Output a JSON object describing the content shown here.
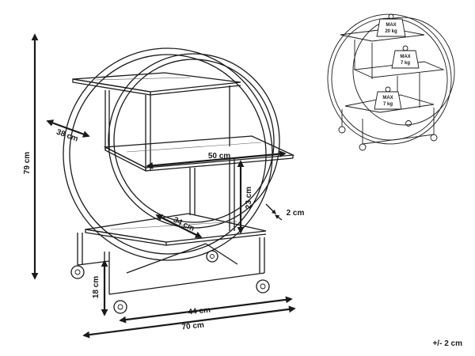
{
  "dimensions": {
    "height": "79 cm",
    "depth": "38 cm",
    "shelf_width": "50 cm",
    "shelf_gap": "23 cm",
    "frame_thickness": "2 cm",
    "lower_depth": "34 cm",
    "leg_height": "18 cm",
    "base_width": "44 cm",
    "total_width": "70 cm"
  },
  "weights": {
    "top": [
      "MAX",
      "20 kg"
    ],
    "middle": [
      "MAX",
      "7 kg"
    ],
    "bottom": [
      "MAX",
      "7 kg"
    ]
  },
  "tolerance": "+/- 2 cm"
}
